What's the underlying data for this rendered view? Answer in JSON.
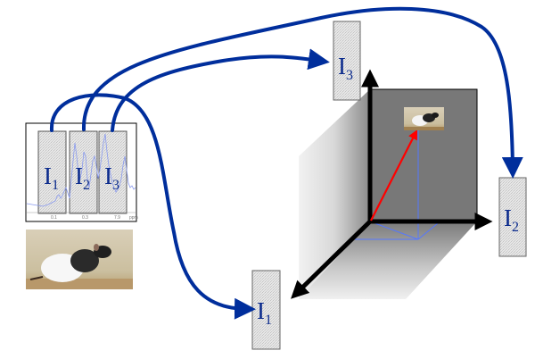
{
  "colors": {
    "arrow": "#002e9c",
    "label": "#0a2a8c",
    "axis": "#000000",
    "vector": "#ff0000",
    "projection": "#5577ff",
    "back_plane": "#777777",
    "spectrum_line": "#8899ee"
  },
  "spectrum": {
    "windows": [
      {
        "label": "I",
        "subscript": "1"
      },
      {
        "label": "I",
        "subscript": "2"
      },
      {
        "label": "I",
        "subscript": "3"
      }
    ],
    "x_ticks": [
      "0.1",
      "0.3",
      "7.9"
    ],
    "x_unit": "ppm"
  },
  "axis_labels": [
    {
      "id": "x",
      "label": "I",
      "subscript": "1"
    },
    {
      "id": "y",
      "label": "I",
      "subscript": "2"
    },
    {
      "id": "z",
      "label": "I",
      "subscript": "3"
    }
  ],
  "images": {
    "sample_photo": "rat-photo",
    "point_photo": "rat-photo-thumbnail"
  }
}
